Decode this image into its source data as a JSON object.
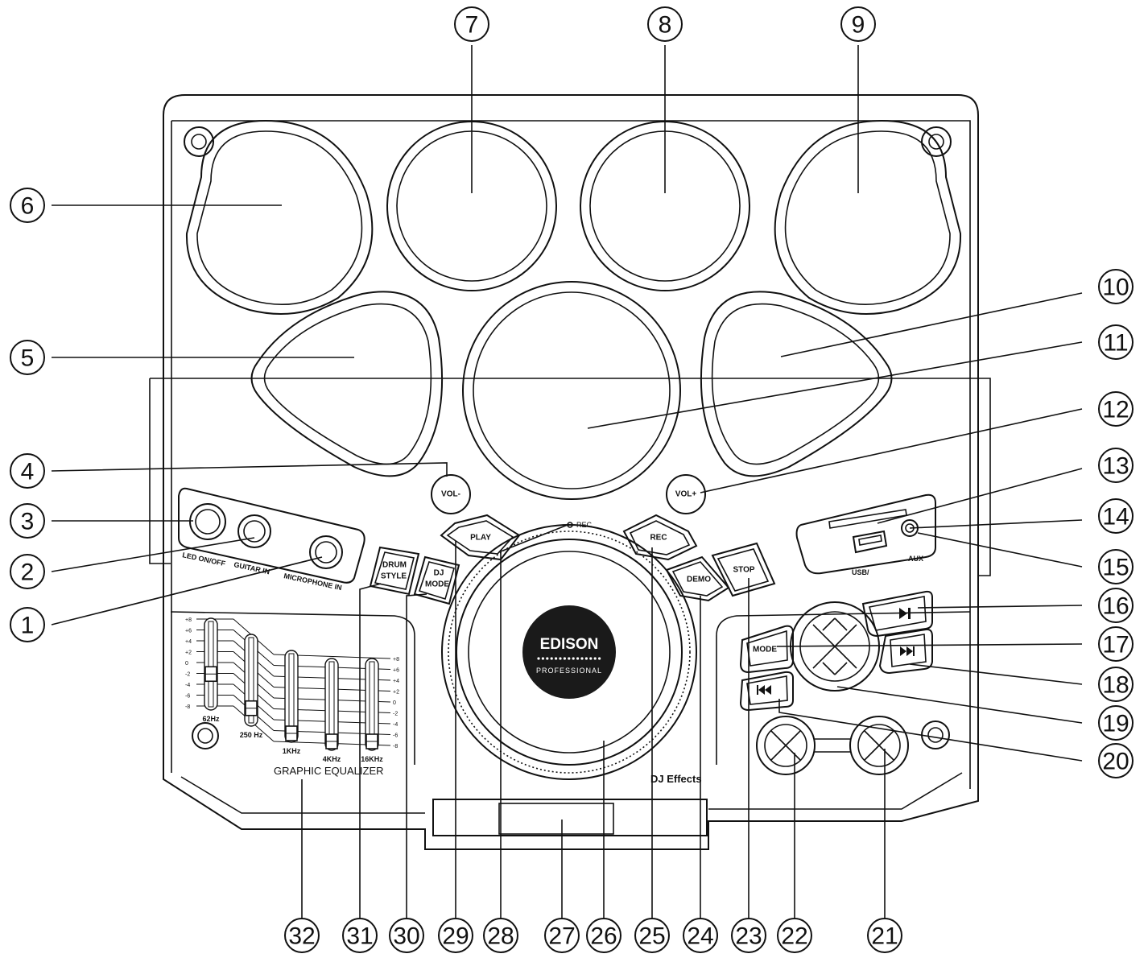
{
  "callouts": [
    "1",
    "2",
    "3",
    "4",
    "5",
    "6",
    "7",
    "8",
    "9",
    "10",
    "11",
    "12",
    "13",
    "14",
    "15",
    "16",
    "17",
    "18",
    "19",
    "20",
    "21",
    "22",
    "23",
    "24",
    "25",
    "26",
    "27",
    "28",
    "29",
    "30",
    "31",
    "32"
  ],
  "labels": {
    "led_on_off": "LED ON/OFF",
    "guitar_in": "GUITAR IN",
    "microphone_in": "MICROPHONE IN",
    "vol_minus": "VOL-",
    "vol_plus": "VOL+",
    "play": "PLAY",
    "rec_indicator": "REC",
    "rec": "REC",
    "drum_style_1": "DRUM",
    "drum_style_2": "STYLE",
    "dj_mode_1": "DJ",
    "dj_mode_2": "MODE",
    "demo": "DEMO",
    "stop": "STOP",
    "mode": "MODE",
    "usb": "USB/",
    "aux": "AUX",
    "logo_top": "EDISON",
    "logo_bottom": "PROFESSIONAL",
    "dj_effects": "DJ Effects",
    "graphic_equalizer": "GRAPHIC EQUALIZER"
  },
  "equalizer": {
    "scale": [
      "+8",
      "+6",
      "+4",
      "+2",
      "0",
      "-2",
      "-4",
      "-6",
      "-8"
    ],
    "bands": [
      {
        "label": "62Hz",
        "level": -2
      },
      {
        "label": "250 Hz",
        "level": -6
      },
      {
        "label": "1KHz",
        "level": -8
      },
      {
        "label": "4KHz",
        "level": -8
      },
      {
        "label": "16KHz",
        "level": -8
      }
    ]
  },
  "icons": {
    "play_pause": "play-pause-icon",
    "next": "skip-forward-icon",
    "prev": "skip-back-icon",
    "logo": "edison-logo"
  },
  "colors": {
    "ink": "#111111",
    "background": "#ffffff",
    "logo_fill": "#1a1a1a"
  }
}
